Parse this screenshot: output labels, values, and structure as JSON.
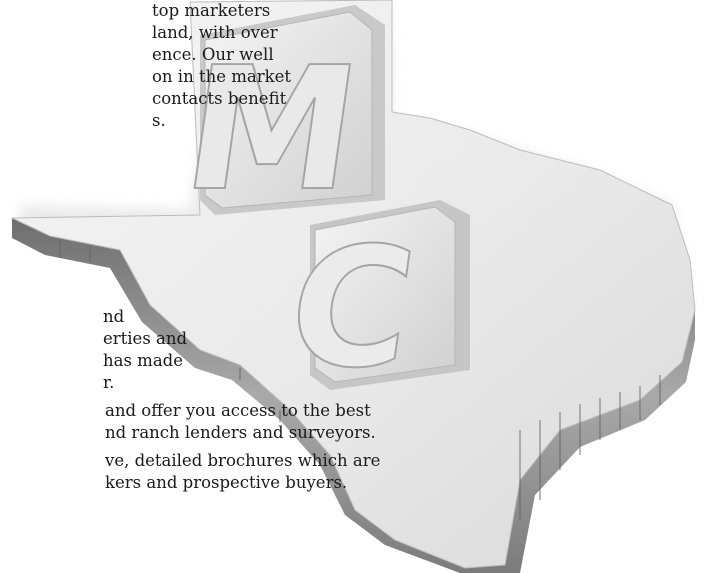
{
  "top_paragraph": {
    "lines": [
      "top marketers",
      "land, with over",
      "ence. Our well",
      "on in the market",
      "contacts benefit",
      "s."
    ]
  },
  "middle_paragraph": {
    "lines": [
      "nd",
      "erties and",
      "has made",
      "r."
    ]
  },
  "bottom_paragraphs": {
    "lines": [
      "and offer you access to the best",
      "nd ranch lenders and surveyors.",
      "ve, detailed brochures which are",
      "kers and prospective buyers."
    ]
  },
  "logo": {
    "monogram_top": "M",
    "monogram_bottom": "C"
  },
  "colors": {
    "state_top": "#ececec",
    "state_side": "#8e8e8e",
    "text": "#1a1a1a"
  }
}
